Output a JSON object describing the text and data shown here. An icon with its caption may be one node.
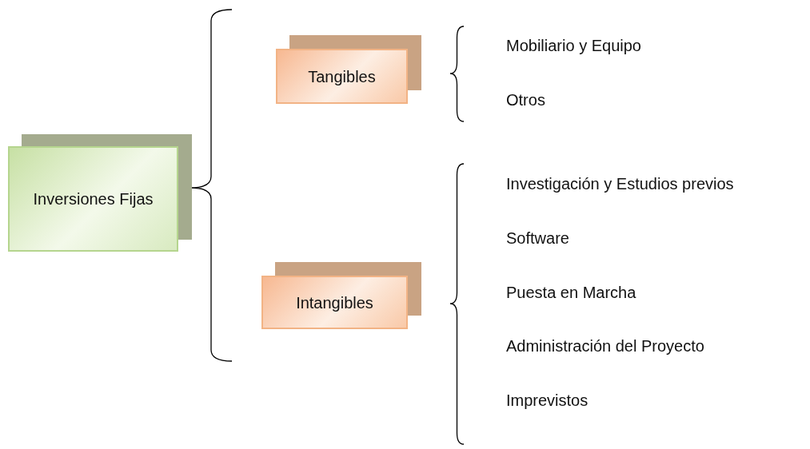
{
  "diagram": {
    "nodes": [
      {
        "text": [
          "Inversiones Fijas"
        ]
      },
      {
        "text": [
          "Tangibles"
        ]
      },
      {
        "text": [
          "Intangibles"
        ]
      }
    ],
    "labels": [
      "Mobiliario y Equipo",
      "Otros",
      "Investigación y Estudios previos",
      "Software",
      "Puesta en Marcha",
      "Administración del Proyecto",
      "Imprevistos"
    ]
  }
}
